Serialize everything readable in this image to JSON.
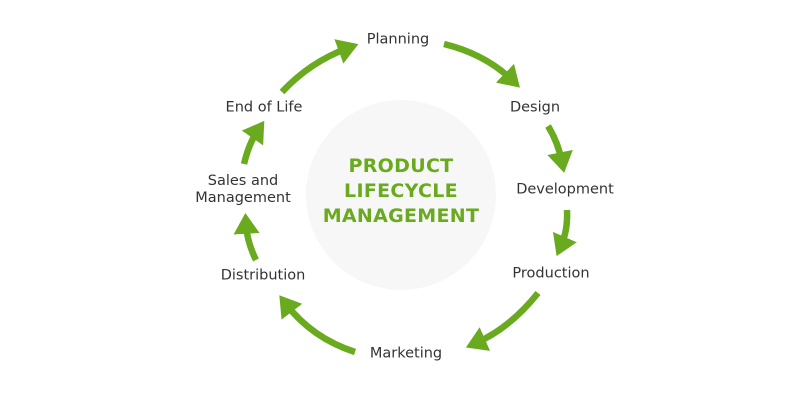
{
  "title_lines": [
    "PRODUCT",
    "LIFECYCLE",
    "MANAGEMENT"
  ],
  "stages": [
    "Planning",
    "Design",
    "Development",
    "Production",
    "Marketing",
    "Distribution",
    "Sales and Management",
    "End of Life"
  ],
  "sales_lines": [
    "Sales and",
    "Management"
  ],
  "colors": {
    "accent": "#6aaa1e",
    "circle": "#f7f7f7",
    "text": "#333333"
  }
}
